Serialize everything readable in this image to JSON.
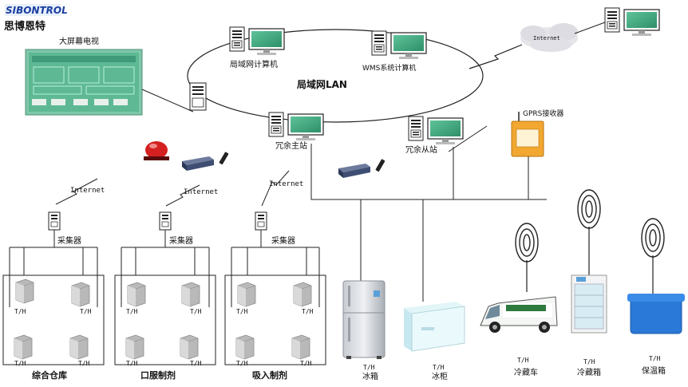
{
  "brand": {
    "logo": "SIBONTROL",
    "name": "思博恩特"
  },
  "title_lan": "局域网LAN",
  "big_screen_label": "大屏幕电视",
  "nodes": {
    "lan_pc": "局域网计算机",
    "wms_pc": "WMS系统计算机",
    "main_station": "冗余主站",
    "backup_station": "冗余从站",
    "gprs": "GPRS接收器",
    "internet_cloud": "Internet"
  },
  "internet_labels": [
    "Internet",
    "Internet",
    "Internet"
  ],
  "collector_label": "采集器",
  "th": "T/H",
  "zones": [
    "综合仓库",
    "口服制剂",
    "吸入制剂"
  ],
  "devices": [
    {
      "th": "T/H",
      "name": "冰箱"
    },
    {
      "th": "T/H",
      "name": "冰柜"
    },
    {
      "th": "T/H",
      "name": "冷藏车"
    },
    {
      "th": "T/H",
      "name": "冷藏箱"
    },
    {
      "th": "T/H",
      "name": "保温箱"
    }
  ],
  "colors": {
    "screen": "#3aa67a",
    "line": "#222222",
    "alarm": "#d42020",
    "gprs": "#f0a020",
    "box": "#2a78d8"
  }
}
